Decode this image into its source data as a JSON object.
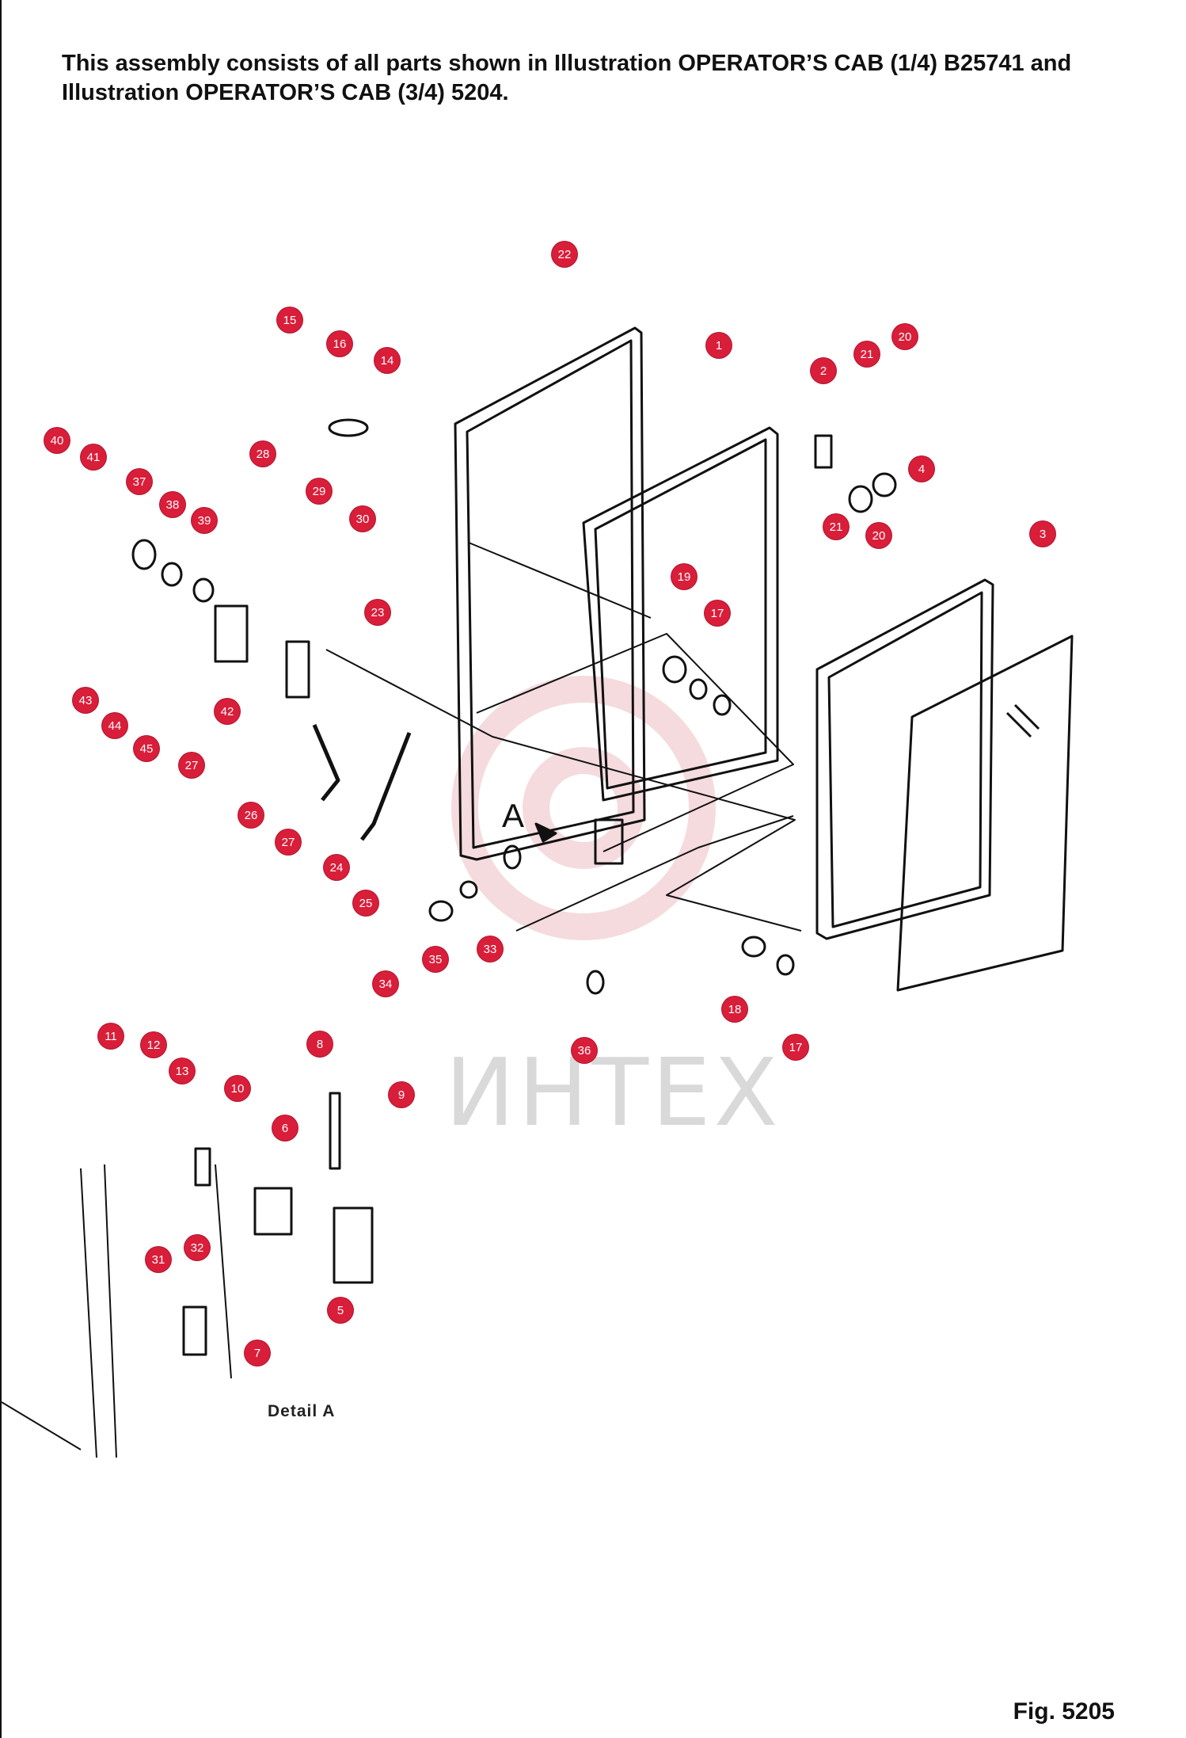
{
  "header": {
    "note": "This assembly consists of all parts shown in Illustration OPERATOR’S CAB (1/4) B25741 and Illustration OPERATOR’S CAB (3/4) 5204."
  },
  "figure_label": "Fig. 5205",
  "detail_label": "Detail A",
  "arrow_label": "A",
  "watermark_text": "ИНТЕХ",
  "callout_color": "#d91e3a",
  "callouts": [
    "1",
    "2",
    "3",
    "4",
    "5",
    "6",
    "7",
    "8",
    "9",
    "10",
    "11",
    "12",
    "13",
    "14",
    "15",
    "16",
    "17",
    "17",
    "18",
    "19",
    "20",
    "20",
    "21",
    "21",
    "22",
    "23",
    "24",
    "25",
    "26",
    "27",
    "27",
    "28",
    "29",
    "30",
    "31",
    "32",
    "33",
    "34",
    "35",
    "36",
    "37",
    "38",
    "39",
    "40",
    "41",
    "42",
    "43",
    "44",
    "45"
  ]
}
